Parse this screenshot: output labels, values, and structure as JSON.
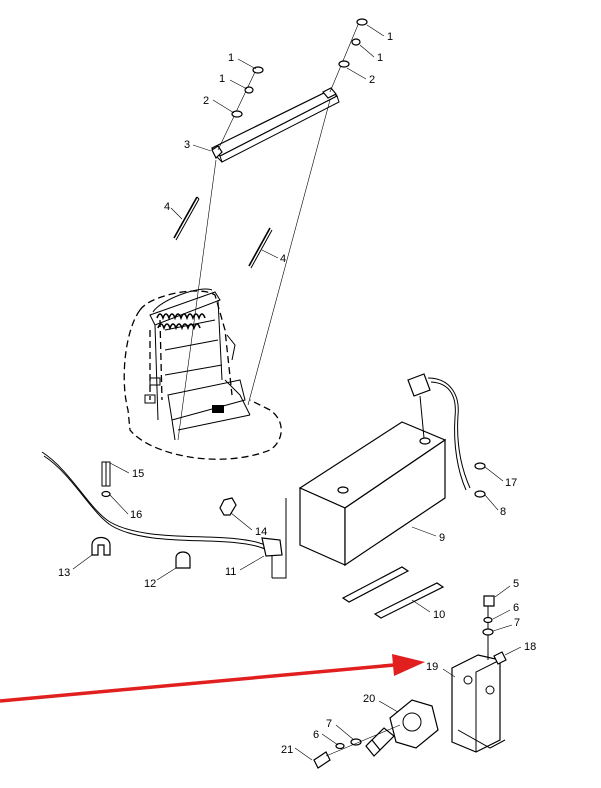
{
  "diagram": {
    "callouts": [
      {
        "id": "c1a",
        "text": "1"
      },
      {
        "id": "c1b",
        "text": "1"
      },
      {
        "id": "c2a",
        "text": "2"
      },
      {
        "id": "c3",
        "text": "3"
      },
      {
        "id": "c1c",
        "text": "1"
      },
      {
        "id": "c1d",
        "text": "1"
      },
      {
        "id": "c2b",
        "text": "2"
      },
      {
        "id": "c4a",
        "text": "4"
      },
      {
        "id": "c4b",
        "text": "4"
      },
      {
        "id": "c15",
        "text": "15"
      },
      {
        "id": "c16",
        "text": "16"
      },
      {
        "id": "c13",
        "text": "13"
      },
      {
        "id": "c12",
        "text": "12"
      },
      {
        "id": "c14",
        "text": "14"
      },
      {
        "id": "c11",
        "text": "11"
      },
      {
        "id": "c9",
        "text": "9"
      },
      {
        "id": "c17",
        "text": "17"
      },
      {
        "id": "c8",
        "text": "8"
      },
      {
        "id": "c10",
        "text": "10"
      },
      {
        "id": "c5",
        "text": "5"
      },
      {
        "id": "c6a",
        "text": "6"
      },
      {
        "id": "c7a",
        "text": "7"
      },
      {
        "id": "c18",
        "text": "18"
      },
      {
        "id": "c19",
        "text": "19"
      },
      {
        "id": "c20",
        "text": "20"
      },
      {
        "id": "c7b",
        "text": "7"
      },
      {
        "id": "c6b",
        "text": "6"
      },
      {
        "id": "c21",
        "text": "21"
      }
    ],
    "arrow_color": "#e21f1f",
    "line_color": "#000000"
  }
}
